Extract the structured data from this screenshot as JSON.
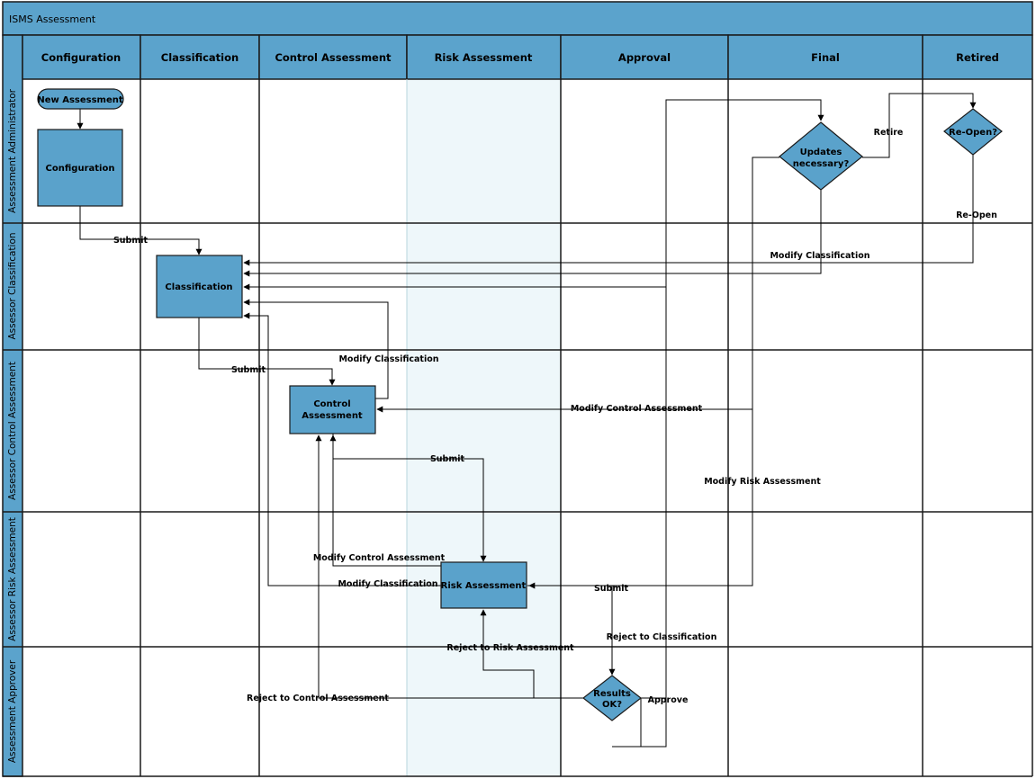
{
  "title": "ISMS Assessment",
  "columns": [
    "Configuration",
    "Classification",
    "Control Assessment",
    "Risk Assessment",
    "Approval",
    "Final",
    "Retired"
  ],
  "lanes": [
    "Assessment Administrator",
    "Assessor Classification",
    "Assessor Control Assessment",
    "Assessor Risk Assessment",
    "Assessment Approver"
  ],
  "nodes": {
    "start": "New Assessment",
    "configuration": "Configuration",
    "classification": "Classification",
    "control_line1": "Control",
    "control_line2": "Assessment",
    "risk": "Risk Assessment",
    "results_line1": "Results",
    "results_line2": "OK?",
    "updates_line1": "Updates",
    "updates_line2": "necessary?",
    "reopen": "Re-Open?"
  },
  "labels": {
    "submit_config": "Submit",
    "submit_class": "Submit",
    "modify_class_control": "Modify Classification",
    "submit_control": "Submit",
    "modify_control_risk": "Modify Control Assessment",
    "modify_class_risk": "Modify Classification",
    "submit_risk": "Submit",
    "reject_to_class": "Reject to Classification",
    "reject_to_risk": "Reject to Risk Assessment",
    "reject_to_control": "Reject to Control Assessment",
    "approve": "Approve",
    "retire": "Retire",
    "reopen_edge": "Re-Open",
    "modify_class_final": "Modify Classification",
    "modify_control_final": "Modify Control Assessment",
    "modify_risk_final": "Modify Risk Assessment"
  },
  "colors": {
    "header_fill": "#5ba3cc",
    "node_fill": "#5aa2cb",
    "border": "#1a1a1a",
    "highlight_column": "#e9f4f8"
  }
}
